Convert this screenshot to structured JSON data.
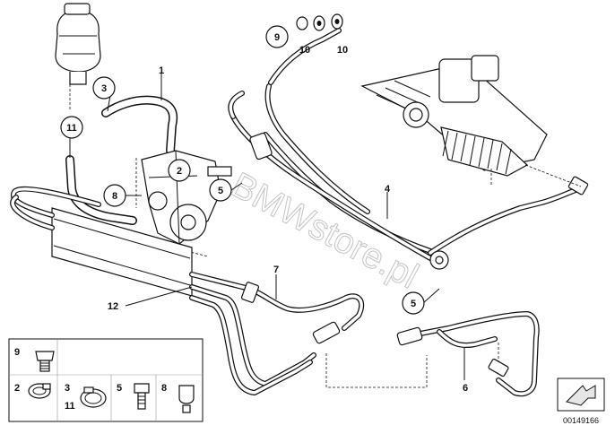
{
  "callouts": {
    "c9": "9",
    "c10a": "10",
    "c10b": "10",
    "c3": "3",
    "c1": "1",
    "c11": "11",
    "c2": "2",
    "c8": "8",
    "c5a": "5",
    "c4": "4",
    "c7": "7",
    "c12": "12",
    "c5b": "5",
    "c6": "6"
  },
  "legend": {
    "r1c1": "9",
    "r2c1a": "2",
    "r2c1b": "3",
    "r2c1c": "11",
    "r2c2": "5",
    "r2c3": "8"
  },
  "watermark": "BMWstore.pl",
  "diagram_id": "00149166"
}
